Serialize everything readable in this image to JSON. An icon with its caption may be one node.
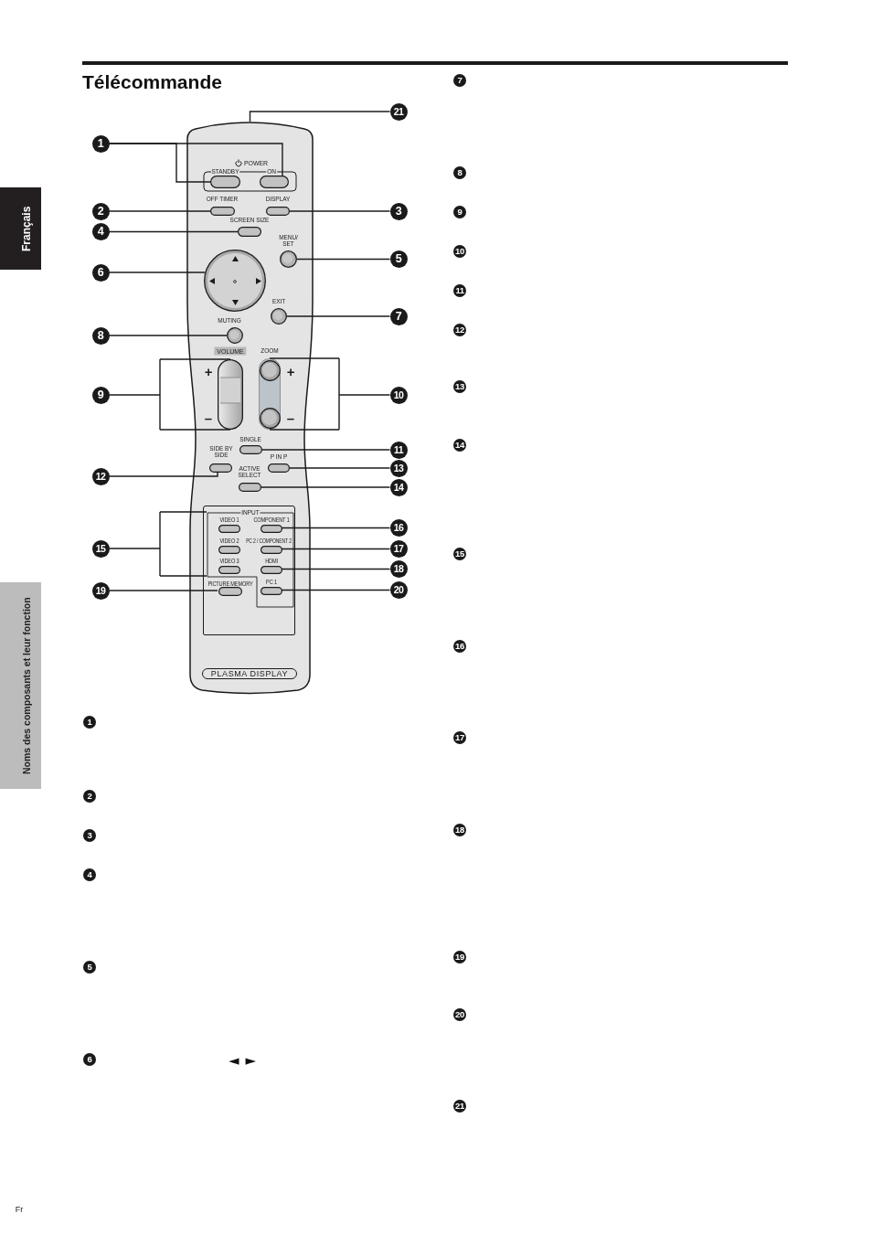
{
  "diagram": {
    "title": "Télécommande",
    "nodes": [
      {
        "text": [
          "Français"
        ]
      },
      {
        "text": [
          "Noms des composants et leur fonction"
        ]
      },
      {
        "text": [],
        "shape": "box"
      },
      {
        "text": [
          "POWER"
        ],
        "in": 2
      },
      {
        "text": [],
        "shape": "box",
        "in": 3,
        "beside": [
          "STANDBY"
        ]
      },
      {
        "text": [],
        "shape": "box",
        "in": 3,
        "beside": [
          "ON"
        ]
      },
      {
        "text": [],
        "shape": "box",
        "in": 2,
        "beside": [
          "OFF TIMER"
        ]
      },
      {
        "text": [],
        "shape": "box",
        "in": 2,
        "beside": [
          "DISPLAY"
        ]
      },
      {
        "text": [],
        "shape": "box",
        "in": 2,
        "beside": [
          "SCREEN SIZE"
        ]
      },
      {
        "text": [],
        "shape": "circle",
        "in": 2,
        "beside": [
          "MENU/ SET"
        ]
      },
      {
        "text": [],
        "shape": "circle",
        "in": 2
      },
      {
        "text": [],
        "shape": "circle",
        "in": 2,
        "beside": [
          "EXIT"
        ]
      },
      {
        "text": [],
        "shape": "circle",
        "in": 2,
        "beside": [
          "MUTING"
        ]
      },
      {
        "text": [],
        "shape": "bar",
        "in": 2,
        "beside": [
          "VOLUME",
          "+",
          "–"
        ]
      },
      {
        "text": [],
        "shape": "bar",
        "in": 2,
        "beside": [
          "ZOOM",
          "+",
          "–"
        ]
      },
      {
        "text": [],
        "shape": "box",
        "in": 2,
        "beside": [
          "SINGLE"
        ]
      },
      {
        "text": [],
        "shape": "box",
        "in": 2,
        "beside": [
          "SIDE BY SIDE"
        ]
      },
      {
        "text": [],
        "shape": "box",
        "in": 2,
        "beside": [
          "P IN P"
        ]
      },
      {
        "text": [],
        "shape": "box",
        "in": 2,
        "beside": [
          "ACTIVE SELECT"
        ]
      },
      {
        "text": [],
        "shape": "box",
        "in": 2
      },
      {
        "text": [
          "INPUT"
        ],
        "in": 19
      },
      {
        "text": [],
        "shape": "box",
        "in": 20,
        "beside": [
          "VIDEO 1"
        ]
      },
      {
        "text": [],
        "shape": "box",
        "in": 20,
        "beside": [
          "COMPONENT 1"
        ]
      },
      {
        "text": [],
        "shape": "box",
        "in": 20,
        "beside": [
          "VIDEO 2"
        ]
      },
      {
        "text": [],
        "shape": "box",
        "in": 20,
        "beside": [
          "PC 2 / COMPONENT 2"
        ]
      },
      {
        "text": [],
        "shape": "box",
        "in": 20,
        "beside": [
          "VIDEO 3"
        ]
      },
      {
        "text": [],
        "shape": "box",
        "in": 20,
        "beside": [
          "HDMI"
        ]
      },
      {
        "text": [],
        "shape": "box",
        "in": 19,
        "beside": [
          "PICTURE MEMORY"
        ]
      },
      {
        "text": [],
        "shape": "box",
        "in": 20,
        "beside": [
          "PC 1"
        ]
      },
      {
        "text": [
          "PLASMA DISPLAY"
        ],
        "in": 2
      },
      {
        "text": [
          "1"
        ]
      },
      {
        "text": [
          "2"
        ]
      },
      {
        "text": [
          "3"
        ]
      },
      {
        "text": [
          "4"
        ]
      },
      {
        "text": [
          "5"
        ]
      },
      {
        "text": [
          "6"
        ]
      },
      {
        "text": [
          "7"
        ]
      },
      {
        "text": [
          "8"
        ]
      },
      {
        "text": [
          "9"
        ]
      },
      {
        "text": [
          "10"
        ]
      },
      {
        "text": [
          "11"
        ]
      },
      {
        "text": [
          "12"
        ]
      },
      {
        "text": [
          "13"
        ]
      },
      {
        "text": [
          "14"
        ]
      },
      {
        "text": [
          "15"
        ]
      },
      {
        "text": [
          "16"
        ]
      },
      {
        "text": [
          "17"
        ]
      },
      {
        "text": [
          "18"
        ]
      },
      {
        "text": [
          "19"
        ]
      },
      {
        "text": [
          "20"
        ]
      },
      {
        "text": [
          "21"
        ]
      }
    ],
    "edges": [
      {
        "from": 30,
        "to": 4,
        "arrow": "none"
      },
      {
        "from": 30,
        "to": 5,
        "arrow": "none"
      },
      {
        "from": 31,
        "to": 6,
        "arrow": "none"
      },
      {
        "from": 32,
        "to": 7,
        "arrow": "none"
      },
      {
        "from": 33,
        "to": 8,
        "arrow": "none"
      },
      {
        "from": 34,
        "to": 9,
        "arrow": "none"
      },
      {
        "from": 35,
        "to": 10,
        "arrow": "none"
      },
      {
        "from": 36,
        "to": 11,
        "arrow": "none"
      },
      {
        "from": 37,
        "to": 12,
        "arrow": "none"
      },
      {
        "from": 38,
        "to": 13,
        "arrow": "none"
      },
      {
        "from": 39,
        "to": 14,
        "arrow": "none"
      },
      {
        "from": 40,
        "to": 15,
        "arrow": "none"
      },
      {
        "from": 41,
        "to": 16,
        "arrow": "none"
      },
      {
        "from": 42,
        "to": 17,
        "arrow": "none"
      },
      {
        "from": 43,
        "to": 18,
        "arrow": "none"
      },
      {
        "from": 44,
        "to": 20,
        "arrow": "none"
      },
      {
        "from": 45,
        "to": 22,
        "arrow": "none"
      },
      {
        "from": 46,
        "to": 24,
        "arrow": "none"
      },
      {
        "from": 47,
        "to": 26,
        "arrow": "none"
      },
      {
        "from": 48,
        "to": 27,
        "arrow": "none"
      },
      {
        "from": 49,
        "to": 28,
        "arrow": "none"
      },
      {
        "from": 50,
        "to": 2,
        "arrow": "none"
      }
    ],
    "labels": [
      "1",
      "2",
      "3",
      "4",
      "5",
      "6",
      "◄ ►",
      "7",
      "8",
      "9",
      "10",
      "11",
      "12",
      "13",
      "14",
      "15",
      "16",
      "17",
      "18",
      "19",
      "20",
      "21",
      "Fr"
    ]
  }
}
